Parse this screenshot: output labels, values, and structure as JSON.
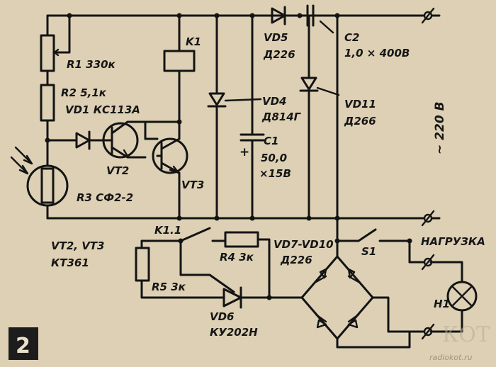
{
  "figure_number": "2",
  "labels": {
    "r1": "R1 330к",
    "r2": "R2 5,1к",
    "vd1": "VD1 КС113А",
    "vt2": "VT2",
    "vt3": "VT3",
    "r3": "R3 СФ2-2",
    "k1": "K1",
    "k1_1": "K1.1",
    "vd5_name": "VD5",
    "vd5_type": "Д226",
    "c2_name": "C2",
    "c2_value": "1,0 × 400В",
    "vd4_name": "VD4",
    "vd4_type": "Д814Г",
    "vd11_name": "VD11",
    "vd11_type": "Д266",
    "c1_name": "C1",
    "c1_value": "50,0",
    "c1_voltage": "×15В",
    "mains": "~ 220 В",
    "vt_list": "VT2, VT3",
    "vt_type": "КТ361",
    "r4": "R4 3к",
    "vd7_10_name": "VD7-VD10",
    "vd7_10_type": "Д226",
    "s1": "S1",
    "load": "НАГРУЗКА",
    "r5": "R5 3к",
    "vd6_name": "VD6",
    "vd6_type": "КУ202Н",
    "h1": "H1",
    "plus": "+"
  },
  "watermark": {
    "logo": "КОТ",
    "site": "radiokot.ru"
  }
}
